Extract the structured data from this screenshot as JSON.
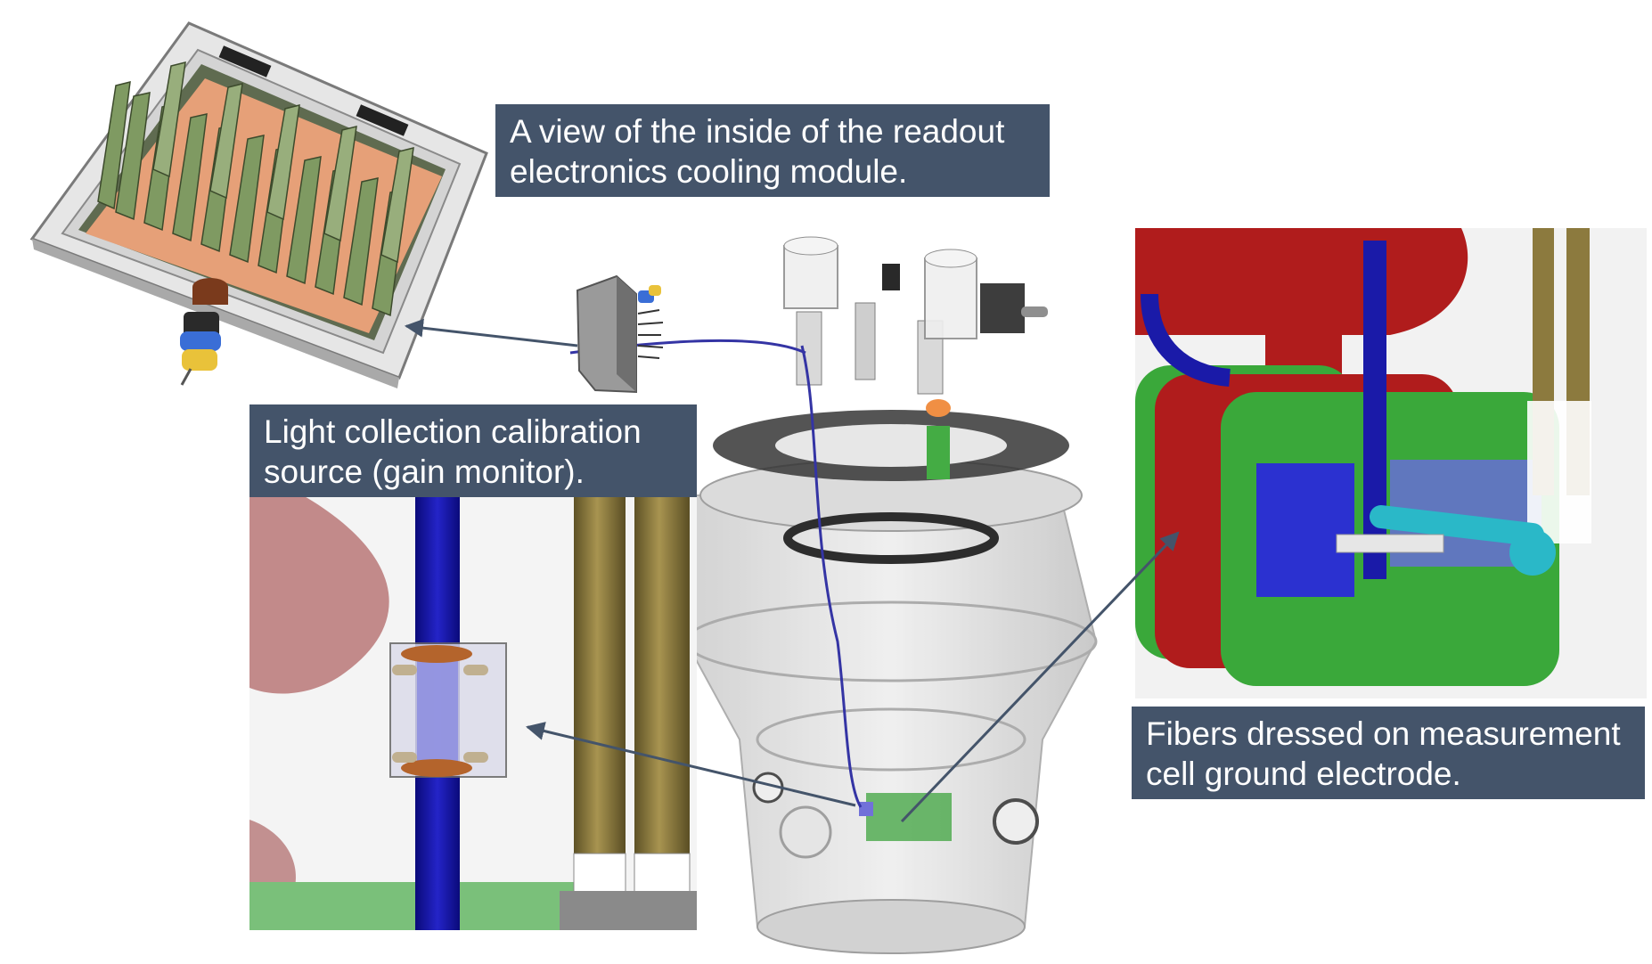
{
  "callouts": {
    "cooling": "A view of the inside of the readout\nelectronics cooling module.",
    "gain": "Light collection calibration\nsource (gain monitor).",
    "fibers": "Fibers dressed on measurement\ncell ground electrode."
  },
  "colors": {
    "callout_bg": "#44546a",
    "callout_text": "#ffffff",
    "arrow": "#44546a",
    "fiber_blue": "#1a1aa8",
    "electrode_green": "#3aa83a",
    "electrode_red": "#b01c1c",
    "copper": "#e9a080",
    "board_green": "#7f9a62",
    "gold_tube": "#8c7a3e"
  }
}
